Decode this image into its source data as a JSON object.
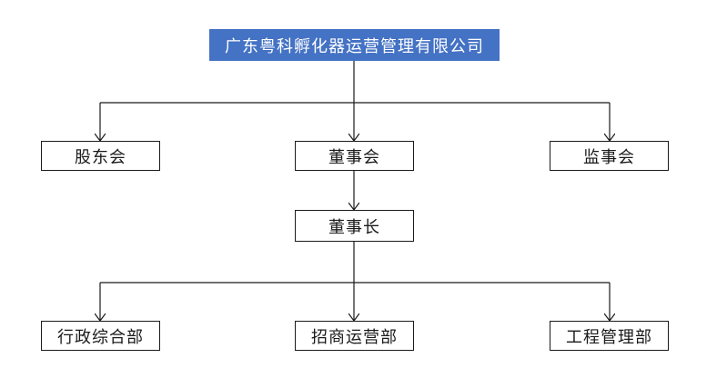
{
  "org_chart": {
    "root": {
      "label": "广东粤科孵化器运营管理有限公司",
      "color": "#4472C4"
    },
    "level1": {
      "left": {
        "label": "股东会"
      },
      "center": {
        "label": "董事会"
      },
      "right": {
        "label": "监事会"
      }
    },
    "chairman": {
      "label": "董事长"
    },
    "departments": {
      "left": {
        "label": "行政综合部"
      },
      "center": {
        "label": "招商运营部"
      },
      "right": {
        "label": "工程管理部"
      }
    },
    "line_color": "#1a1a1a"
  }
}
